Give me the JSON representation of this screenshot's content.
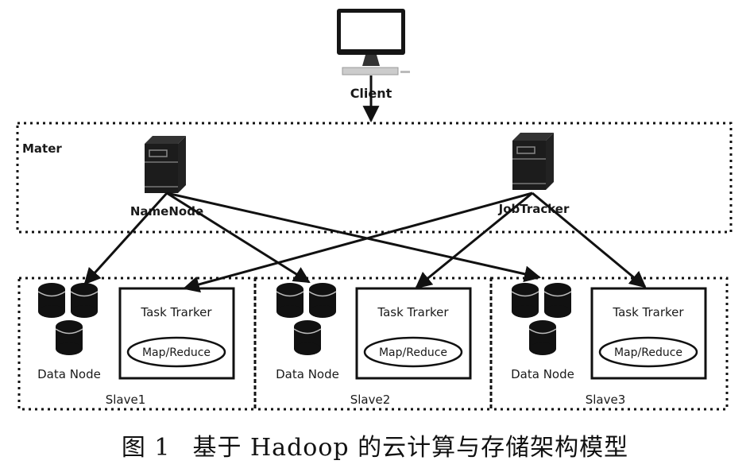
{
  "client": {
    "label": "Client",
    "icon": "desktop-computer-icon"
  },
  "master": {
    "label": "Mater",
    "namenode": {
      "label": "NameNode",
      "icon": "server-icon"
    },
    "jobtracker": {
      "label": "JobTracker",
      "icon": "server-icon"
    }
  },
  "slaves": [
    {
      "label": "Slave1",
      "datanode_label": "Data Node",
      "tasktracker_label": "Task Trarker",
      "mapreduce_label": "Map/Reduce"
    },
    {
      "label": "Slave2",
      "datanode_label": "Data Node",
      "tasktracker_label": "Task Trarker",
      "mapreduce_label": "Map/Reduce"
    },
    {
      "label": "Slave3",
      "datanode_label": "Data Node",
      "tasktracker_label": "Task Trarker",
      "mapreduce_label": "Map/Reduce"
    }
  ],
  "connections": [
    {
      "from": "Client",
      "to": "Mater"
    },
    {
      "from": "NameNode",
      "to": "Slave1 Data Node"
    },
    {
      "from": "NameNode",
      "to": "Slave2 Data Node"
    },
    {
      "from": "NameNode",
      "to": "Slave3 Data Node"
    },
    {
      "from": "JobTracker",
      "to": "Slave1 Task Trarker"
    },
    {
      "from": "JobTracker",
      "to": "Slave2 Task Trarker"
    },
    {
      "from": "JobTracker",
      "to": "Slave3 Task Trarker"
    }
  ],
  "caption": {
    "figure": "图 1",
    "text": "基于 Hadoop 的云计算与存储架构模型"
  }
}
